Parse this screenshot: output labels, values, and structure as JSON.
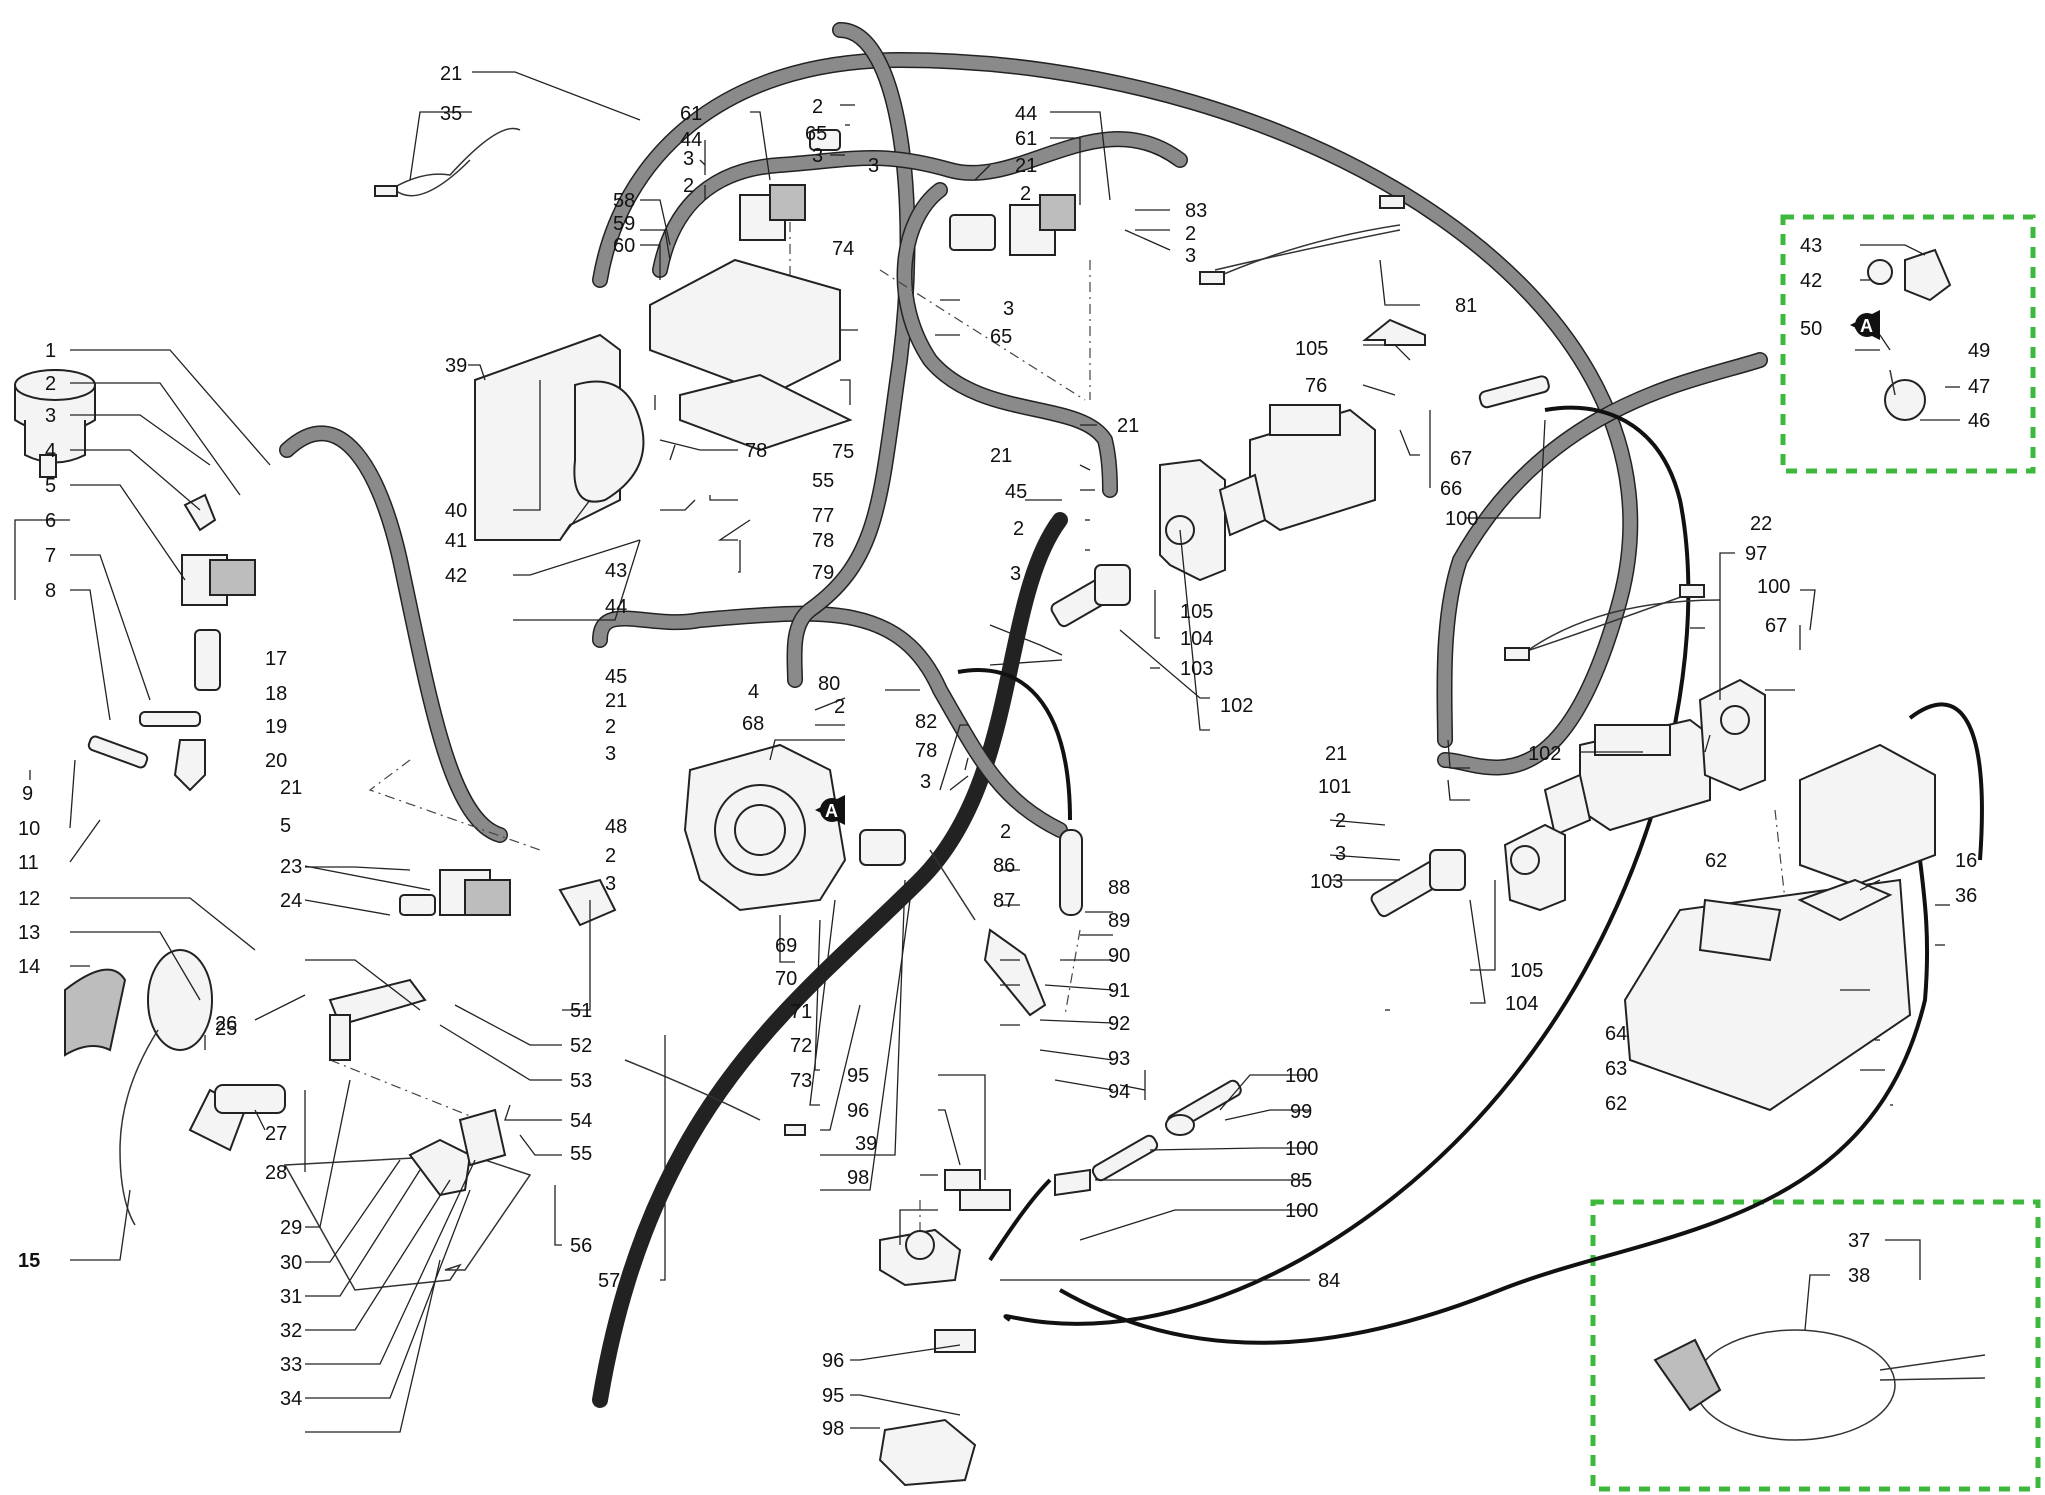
{
  "diagram": {
    "marker_letter": "A",
    "callouts": [
      "1",
      "2",
      "3",
      "4",
      "5",
      "6",
      "7",
      "8",
      "9",
      "10",
      "11",
      "12",
      "13",
      "14",
      "15",
      "16",
      "17",
      "18",
      "19",
      "20",
      "21",
      "22",
      "23",
      "24",
      "25",
      "26",
      "27",
      "28",
      "29",
      "30",
      "31",
      "32",
      "33",
      "34",
      "35",
      "36",
      "37",
      "38",
      "39",
      "40",
      "41",
      "42",
      "43",
      "44",
      "45",
      "46",
      "47",
      "48",
      "49",
      "50",
      "51",
      "52",
      "53",
      "54",
      "55",
      "56",
      "57",
      "58",
      "59",
      "60",
      "61",
      "62",
      "63",
      "64",
      "65",
      "66",
      "67",
      "68",
      "69",
      "70",
      "71",
      "72",
      "73",
      "74",
      "75",
      "76",
      "77",
      "78",
      "79",
      "80",
      "81",
      "82",
      "83",
      "84",
      "85",
      "86",
      "87",
      "88",
      "89",
      "90",
      "91",
      "92",
      "93",
      "94",
      "95",
      "96",
      "97",
      "98",
      "99",
      "100",
      "101",
      "102",
      "103",
      "104",
      "105"
    ],
    "colors": {
      "inset_border": "#3cb83c",
      "hose": "#8a8a8a",
      "line": "#222222"
    }
  }
}
